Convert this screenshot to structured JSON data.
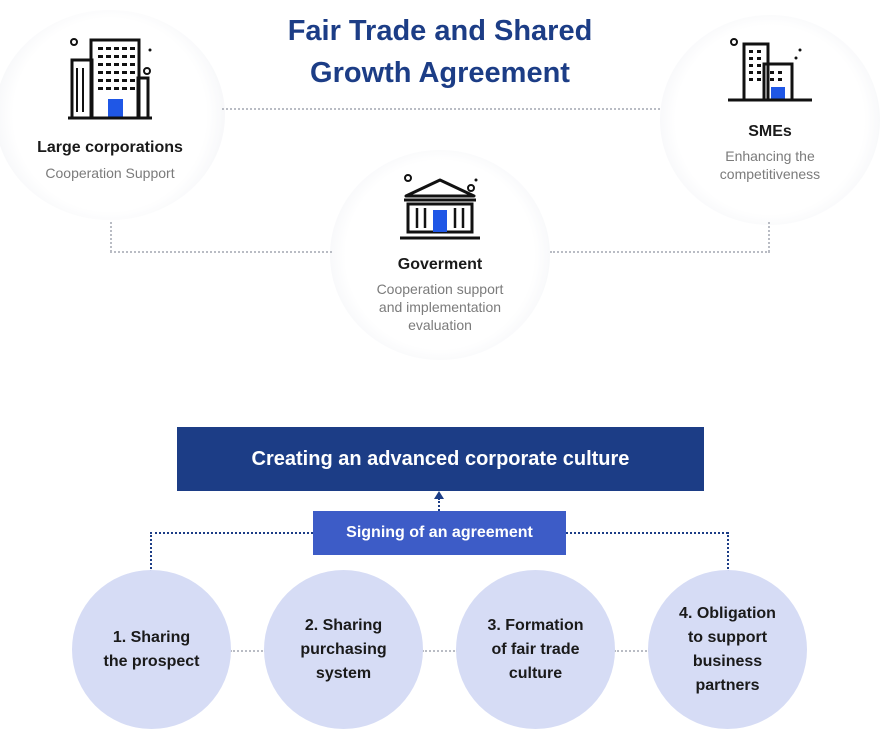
{
  "title": {
    "line1": "Fair Trade and Shared",
    "line2": "Growth Agreement"
  },
  "nodes": {
    "large": {
      "title": "Large corporations",
      "subtitle": "Cooperation Support",
      "icon": "office-building-icon"
    },
    "smes": {
      "title": "SMEs",
      "subtitle_line1": "Enhancing the",
      "subtitle_line2": "competitiveness",
      "icon": "small-business-icon"
    },
    "government": {
      "title": "Goverment",
      "subtitle_line1": "Cooperation support",
      "subtitle_line2": "and implementation",
      "subtitle_line3": "evaluation",
      "icon": "government-building-icon"
    }
  },
  "culture_label": "Creating an advanced corporate culture",
  "agreement_label": "Signing of an agreement",
  "steps": [
    "1. Sharing\nthe prospect",
    "2. Sharing\npurchasing\nsystem",
    "3. Formation\nof fair trade\nculture",
    "4. Obligation\nto support\nbusiness\npartners"
  ],
  "colors": {
    "navy": "#1c3d86",
    "blue": "#3d5cc7",
    "accent_blue": "#1f57e6",
    "step_fill": "#d6dcf5",
    "connector": "#b9bcc4"
  }
}
